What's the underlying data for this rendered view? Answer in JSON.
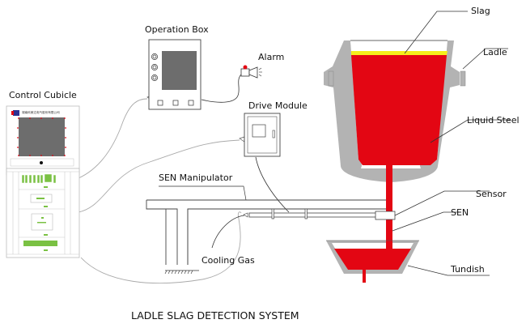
{
  "diagram": {
    "title": "LADLE SLAG DETECTION SYSTEM",
    "colors": {
      "steel": "#e30613",
      "slag": "#f5ee1c",
      "refractory": "#b3b3b3",
      "screen": "#6d6d6d",
      "indicator": "#7ac143",
      "alarm_light": "#e30613",
      "line": "#333333",
      "cable": "#aaaaaa"
    },
    "components": {
      "control_cubicle": {
        "label": "Control Cubicle",
        "maker_text": "湖南科美达电气股份有限公司"
      },
      "operation_box": {
        "label": "Operation Box"
      },
      "alarm": {
        "label": "Alarm"
      },
      "drive_module": {
        "label": "Drive Module"
      },
      "sen_manipulator": {
        "label": "SEN Manipulator"
      },
      "cooling_gas": {
        "label": "Cooling Gas"
      },
      "slag": {
        "label": "Slag"
      },
      "ladle": {
        "label": "Ladle"
      },
      "liquid_steel": {
        "label": "Liquid Steel"
      },
      "sensor": {
        "label": "Sensor"
      },
      "sen": {
        "label": "SEN"
      },
      "tundish": {
        "label": "Tundish"
      }
    }
  }
}
